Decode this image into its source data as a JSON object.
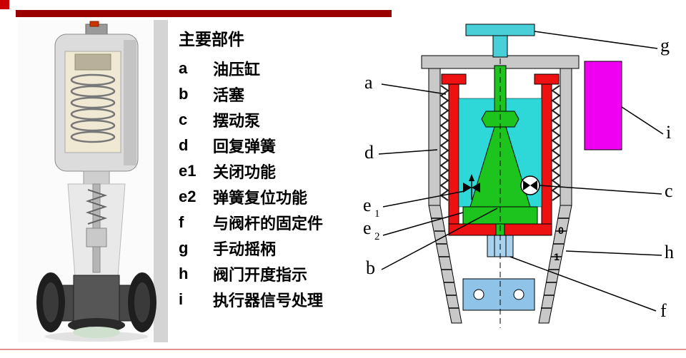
{
  "slide": {
    "corner_square_color": "#cc0000",
    "accent_bar_color": "#990000",
    "bottom_line_color": "#e08f8f"
  },
  "parts_list": {
    "title": "主要部件",
    "items": [
      {
        "key": "a",
        "label": "油压缸"
      },
      {
        "key": "b",
        "label": "活塞"
      },
      {
        "key": "c",
        "label": "摆动泵"
      },
      {
        "key": "d",
        "label": "回复弹簧"
      },
      {
        "key": "e1",
        "label": "关闭功能"
      },
      {
        "key": "e2",
        "label": "弹簧复位功能"
      },
      {
        "key": "f",
        "label": "与阀杆的固定件"
      },
      {
        "key": "g",
        "label": "手动摇柄"
      },
      {
        "key": "h",
        "label": "阀门开度指示"
      },
      {
        "key": "i",
        "label": "执行器信号处理"
      }
    ]
  },
  "diagram": {
    "left_labels": [
      {
        "main": "a"
      },
      {
        "main": "d"
      },
      {
        "main": "e",
        "sub": "1"
      },
      {
        "main": "e",
        "sub": "2"
      },
      {
        "main": "b"
      }
    ],
    "right_labels": [
      "g",
      "i",
      "c",
      "h",
      "f"
    ],
    "scale_marks": [
      "0",
      "1"
    ],
    "colors": {
      "housing_gray": "#c8c8c8",
      "cylinder_red": "#ee1111",
      "fluid_cyan": "#2fd8d8",
      "piston_green": "#1ec41e",
      "signal_box_magenta": "#f000f0",
      "handle_cyan": "#49cfd8",
      "bracket_blue": "#8fc3e8",
      "stem_blue": "#a9d2ef"
    }
  }
}
